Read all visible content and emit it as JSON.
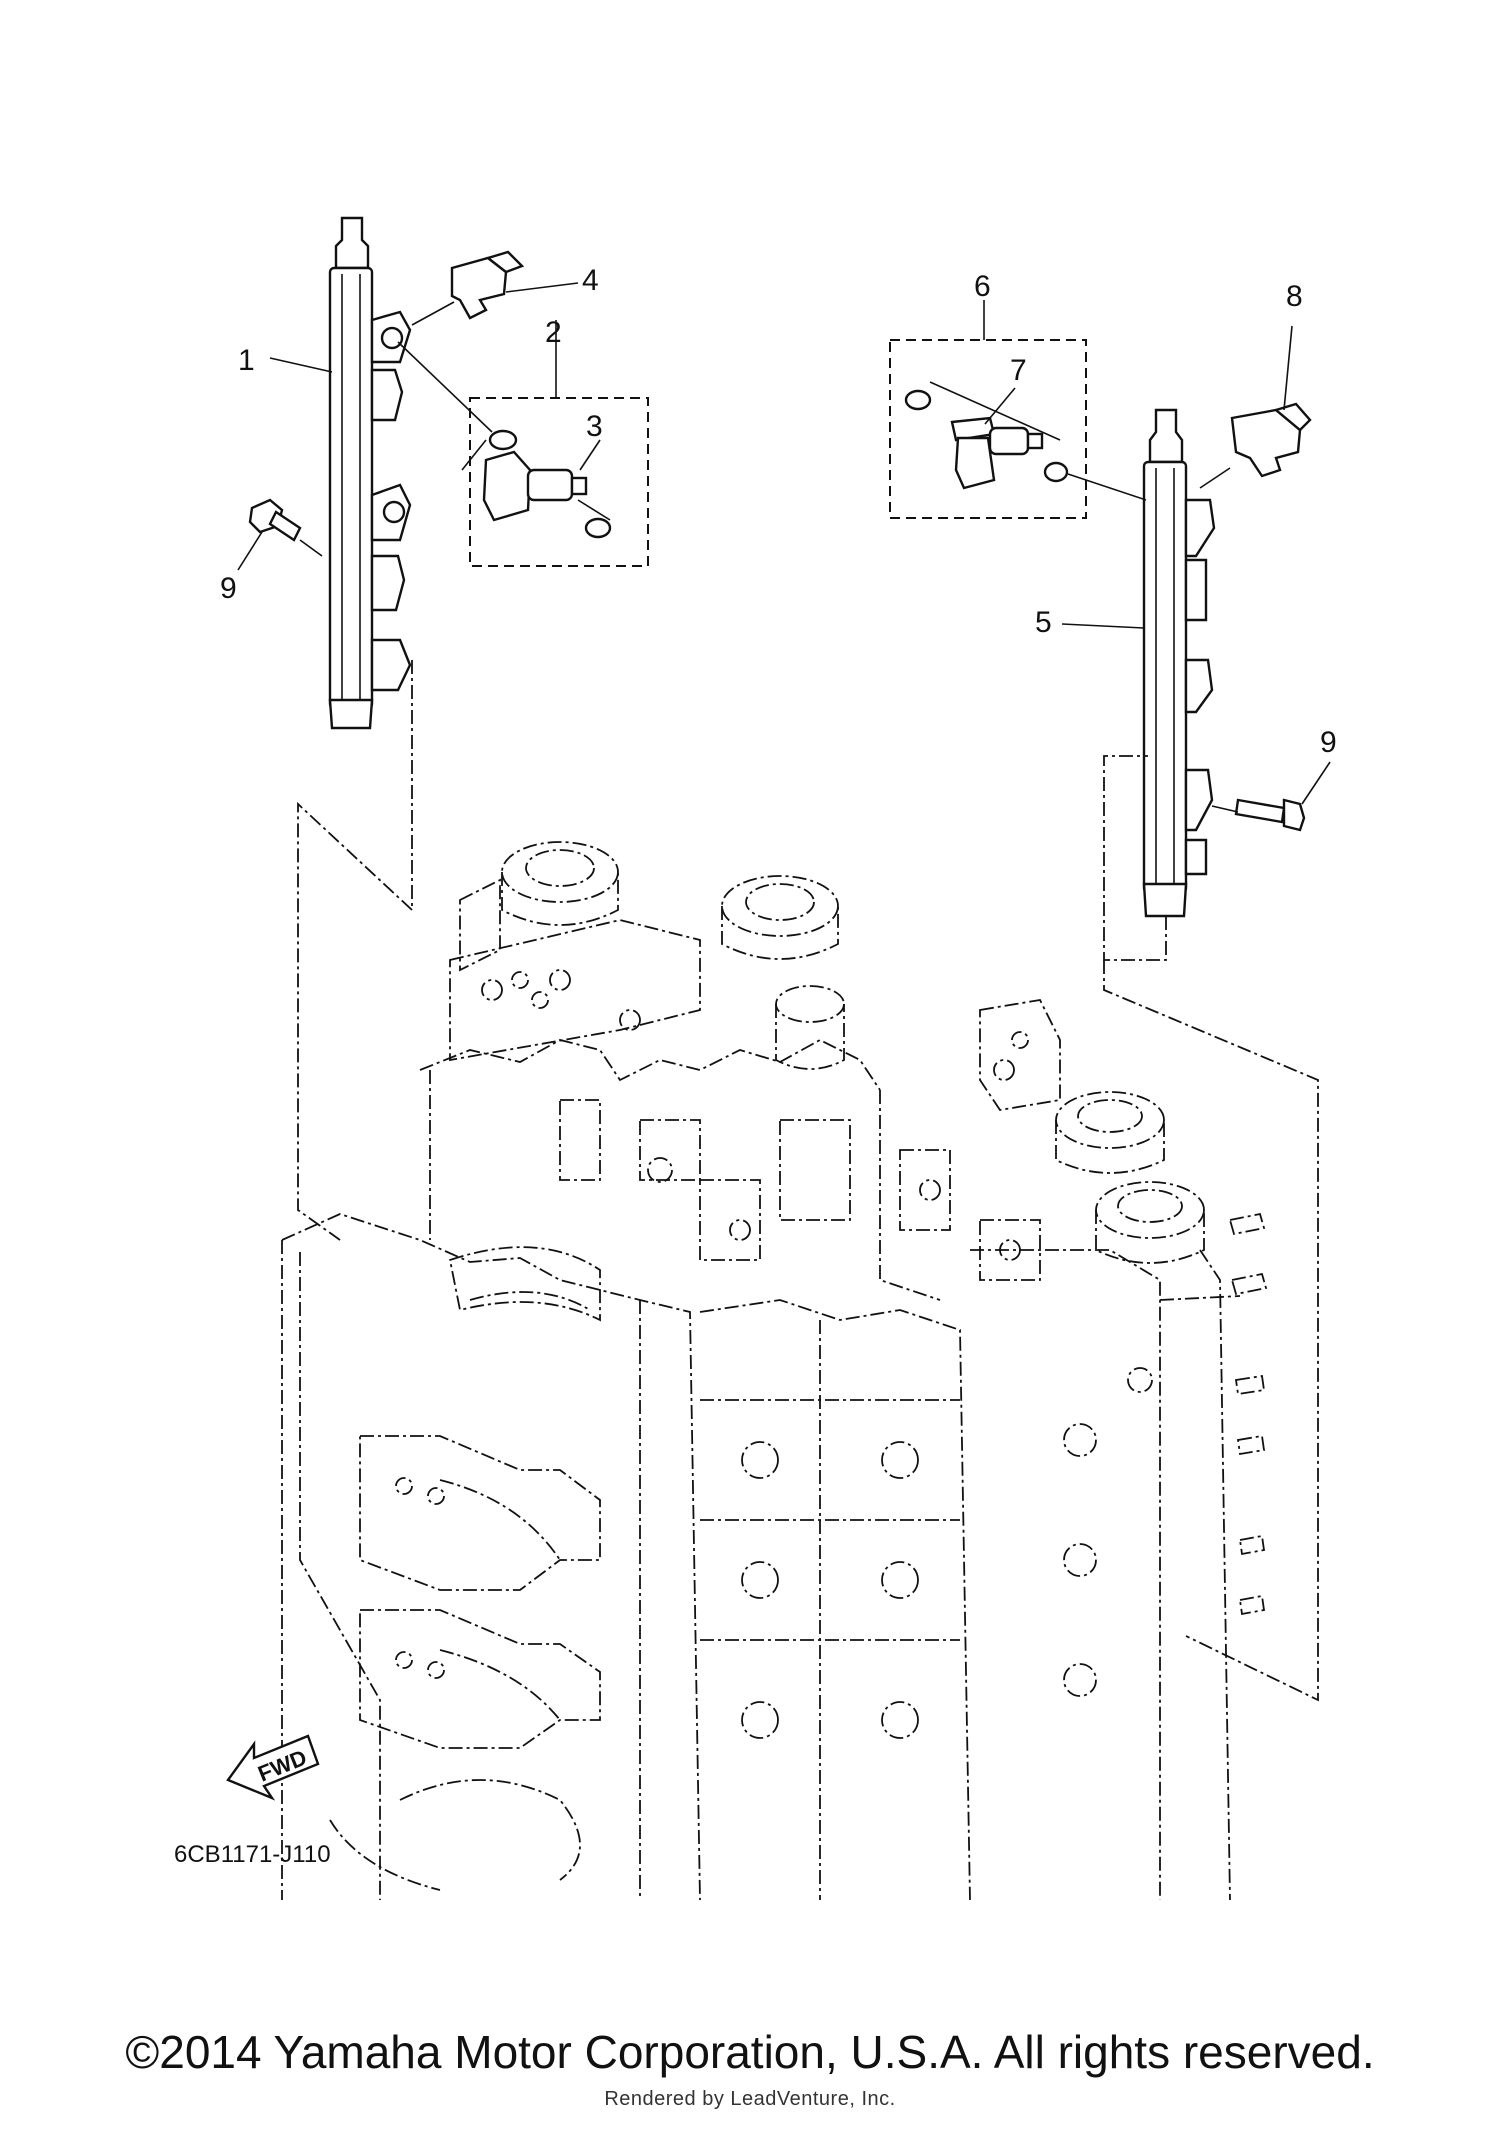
{
  "callouts": {
    "c1": "1",
    "c2": "2",
    "c3": "3",
    "c4": "4",
    "c5": "5",
    "c6": "6",
    "c7": "7",
    "c8": "8",
    "c9a": "9",
    "c9b": "9"
  },
  "fwd_label": "FWD",
  "diagram_code": "6CB1171-J110",
  "copyright": "©2014 Yamaha Motor Corporation, U.S.A. All rights reserved.",
  "rendered_by": "Rendered by LeadVenture, Inc.",
  "colors": {
    "ink": "#111111",
    "background": "#ffffff"
  }
}
